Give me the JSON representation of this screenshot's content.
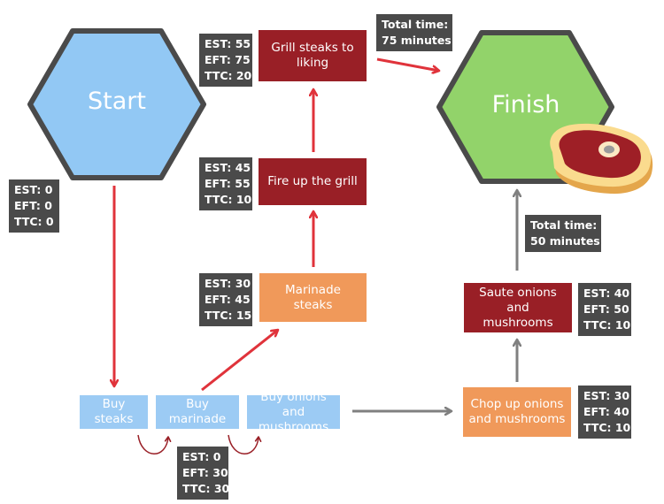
{
  "colors": {
    "dark_red": "#991f26",
    "orange": "#f0995a",
    "light_blue": "#9ccbf4",
    "green": "#92d36a",
    "hex_blue": "#92c8f4",
    "red_arrow": "#e0333b",
    "gray_arrow": "#808080",
    "label_bg": "#4a4a4a"
  },
  "start": {
    "label": "Start",
    "metrics": [
      "EST: 0",
      "EFT: 0",
      "TTC: 0"
    ]
  },
  "finish": {
    "label": "Finish",
    "icon": "steak-icon"
  },
  "tasks": {
    "grill": {
      "label": "Grill steaks to\nliking",
      "metrics": [
        "EST: 55",
        "EFT: 75",
        "TTC: 20"
      ]
    },
    "fire": {
      "label": "Fire up the grill",
      "metrics": [
        "EST: 45",
        "EFT: 55",
        "TTC: 10"
      ]
    },
    "marinade": {
      "label": "Marinade\nsteaks",
      "metrics": [
        "EST: 30",
        "EFT: 45",
        "TTC: 15"
      ]
    },
    "buy_steaks": {
      "label": "Buy steaks"
    },
    "buy_marinade": {
      "label": "Buy marinade"
    },
    "buy_onions": {
      "label": "Buy onions and\nmushrooms"
    },
    "buy_group_metrics": [
      "EST: 0",
      "EFT: 30",
      "TTC: 30"
    ],
    "chop": {
      "label": "Chop up onions\nand mushrooms",
      "metrics": [
        "EST: 30",
        "EFT: 40",
        "TTC: 10"
      ]
    },
    "saute": {
      "label": "Saute onions and\nmushrooms",
      "metrics": [
        "EST: 40",
        "EFT: 50",
        "TTC: 10"
      ]
    }
  },
  "totals": {
    "top": [
      "Total time:",
      "75 minutes"
    ],
    "right": [
      "Total time:",
      "50 minutes"
    ]
  }
}
